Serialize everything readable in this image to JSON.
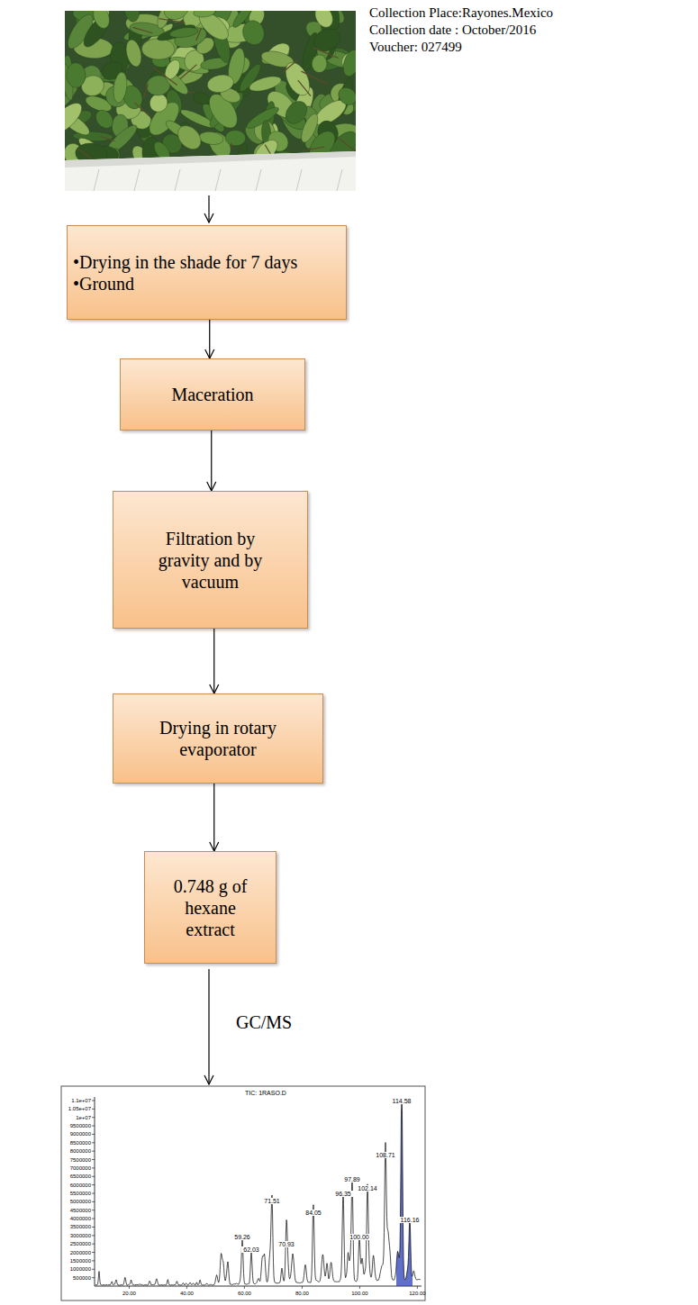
{
  "diagram": {
    "nodes": [
      {
        "text": [
          "•Drying in the shade for 7 days",
          "•Ground"
        ]
      },
      {
        "text": [
          "Maceration"
        ]
      },
      {
        "text": [
          "Filtration by gravity and by vacuum"
        ]
      },
      {
        "text": [
          "Drying in rotary evaporator"
        ]
      },
      {
        "text": [
          "0.748 g of hexane extract"
        ]
      }
    ],
    "edges": [
      {
        "from": 0,
        "to": 1,
        "arrow": "to"
      },
      {
        "from": 1,
        "to": 2,
        "arrow": "to"
      },
      {
        "from": 2,
        "to": 3,
        "arrow": "to"
      },
      {
        "from": 3,
        "to": 4,
        "arrow": "to"
      }
    ],
    "labels": [
      "Collection Place:Rayones.Mexico",
      "Collection date : October/2016",
      "Voucher: 027499",
      "GC/MS",
      "TIC: 1RASO.D",
      "1.1e+07",
      "1.05e+07",
      "1e+07",
      "9500000",
      "9000000",
      "8500000",
      "8000000",
      "7500000",
      "7000000",
      "6500000",
      "6000000",
      "5500000",
      "5000000",
      "4500000",
      "4000000",
      "3500000",
      "3000000",
      "2500000",
      "2000000",
      "1500000",
      "1000000",
      "500000",
      "59.26",
      "62.03",
      "71.51",
      "70.93",
      "84.05",
      "97.89",
      "96.35",
      "102.14",
      "100.00",
      "108.71",
      "114.58",
      "116.16",
      "20.00",
      "40.00",
      "60.00",
      "80.00",
      "100.00",
      "120.00"
    ]
  }
}
